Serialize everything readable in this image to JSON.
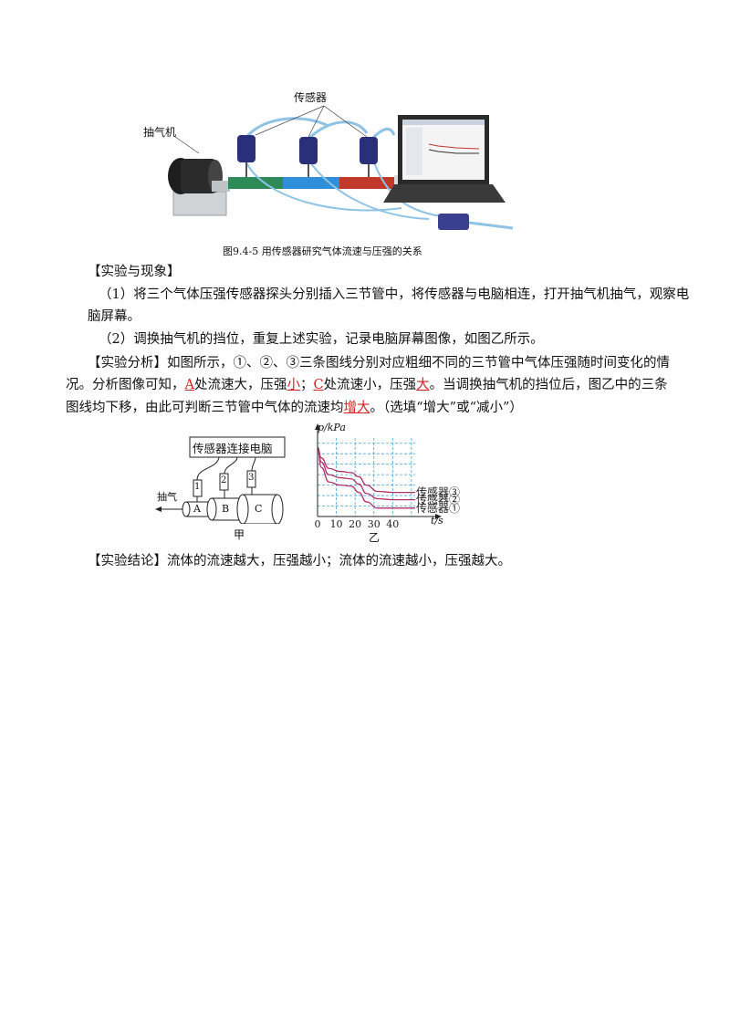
{
  "photo": {
    "label_sensor": "传感器",
    "label_pump": "抽气机",
    "caption": "图9.4-5 用传感器研究气体流速与压强的关系"
  },
  "section1": {
    "heading": "【实验与现象】"
  },
  "step1": {
    "line1": "（1）将三个气体压强传感器探头分别插入三节管中，将传感器与电脑相连，打开抽气机抽气，观察电",
    "line2": "脑屏幕。"
  },
  "step2": {
    "text": "（2）调换抽气机的挡位，重复上述实验，记录电脑屏幕图像，如图乙所示。"
  },
  "analysis": {
    "heading": "【实验分析】",
    "line1": "如图所示，①、②、③三条图线分别对应粗细不同的三节管中气体压强随时间变化的情",
    "line2_a": "况。分析图像可知，",
    "ans1": "A",
    "line2_b": "处流速大，压强",
    "ans2": "小",
    "line2_c": "；",
    "ans3": "C",
    "line2_d": "处流速小，压强",
    "ans4": "大",
    "line2_e": "。当调换抽气机的挡位后，图乙中的三条",
    "line3_a": "图线均下移，由此可判断三节管中气体的流速均",
    "ans5": "增大",
    "line3_b": "。（选填“增大”或“减小”）"
  },
  "diagram_jia": {
    "box_label": "传感器连接电脑",
    "pump_label": "抽气",
    "sensors": [
      "1",
      "2",
      "3"
    ],
    "pipes": [
      "A",
      "B",
      "C"
    ],
    "caption": "甲"
  },
  "chart_data": {
    "type": "line",
    "ylabel": "p/kPa",
    "xlabel": "t/s",
    "x_ticks": [
      "0",
      "10",
      "20",
      "30",
      "40"
    ],
    "xlim": [
      0,
      52
    ],
    "grid": true,
    "series": [
      {
        "name": "传感器③",
        "x": [
          0,
          2,
          6,
          12,
          18,
          22,
          26,
          32,
          40,
          52
        ],
        "y": [
          9.6,
          8.6,
          7.6,
          7.3,
          7.2,
          6.8,
          6.0,
          5.4,
          5.3,
          5.3
        ]
      },
      {
        "name": "传感器②",
        "x": [
          0,
          2,
          6,
          12,
          18,
          22,
          26,
          32,
          40,
          52
        ],
        "y": [
          9.6,
          8.2,
          7.0,
          6.7,
          6.6,
          6.1,
          5.2,
          4.7,
          4.6,
          4.6
        ]
      },
      {
        "name": "传感器①",
        "x": [
          0,
          2,
          6,
          12,
          18,
          22,
          26,
          32,
          40,
          52
        ],
        "y": [
          9.6,
          7.7,
          6.3,
          6.0,
          5.9,
          5.3,
          4.4,
          3.8,
          3.8,
          3.8
        ]
      }
    ],
    "caption": "乙",
    "line_color": "#b0306a",
    "grid_color": "#4aa3d8"
  },
  "conclusion": {
    "heading": "【实验结论】",
    "text": "流体的流速越大，压强越小；流体的流速越小，压强越大。"
  }
}
